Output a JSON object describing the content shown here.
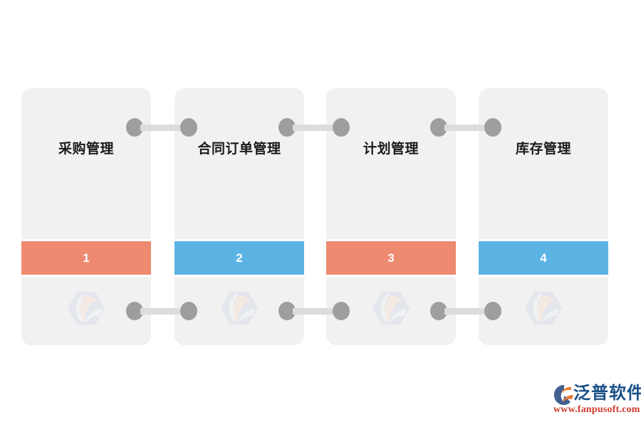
{
  "page": {
    "background": "#ffffff",
    "card_background": "#f1f1f1",
    "connector_dot_color": "#9e9e9e",
    "connector_bar_color": "#dcdcdc"
  },
  "diagram": {
    "type": "process-flow",
    "orientation": "horizontal",
    "steps": [
      {
        "number": "1",
        "title": "采购管理",
        "bar_color": "#ed8a70",
        "watermark_icon": "fanpu-logo-icon"
      },
      {
        "number": "2",
        "title": "合同订单管理",
        "bar_color": "#5bb3e4",
        "watermark_icon": "fanpu-logo-icon"
      },
      {
        "number": "3",
        "title": "计划管理",
        "bar_color": "#ed8a70",
        "watermark_icon": "fanpu-logo-icon"
      },
      {
        "number": "4",
        "title": "库存管理",
        "bar_color": "#5bb3e4",
        "watermark_icon": "fanpu-logo-icon"
      }
    ],
    "connectors": [
      {
        "from": "1",
        "to": "2"
      },
      {
        "from": "2",
        "to": "3"
      },
      {
        "from": "3",
        "to": "4"
      }
    ]
  },
  "brand": {
    "mark": "fanpu-logo-icon",
    "name": "泛普软件",
    "url": "www.fanpusoft.com",
    "name_color": "#1a4f86",
    "url_color": "#cf3b2c"
  }
}
